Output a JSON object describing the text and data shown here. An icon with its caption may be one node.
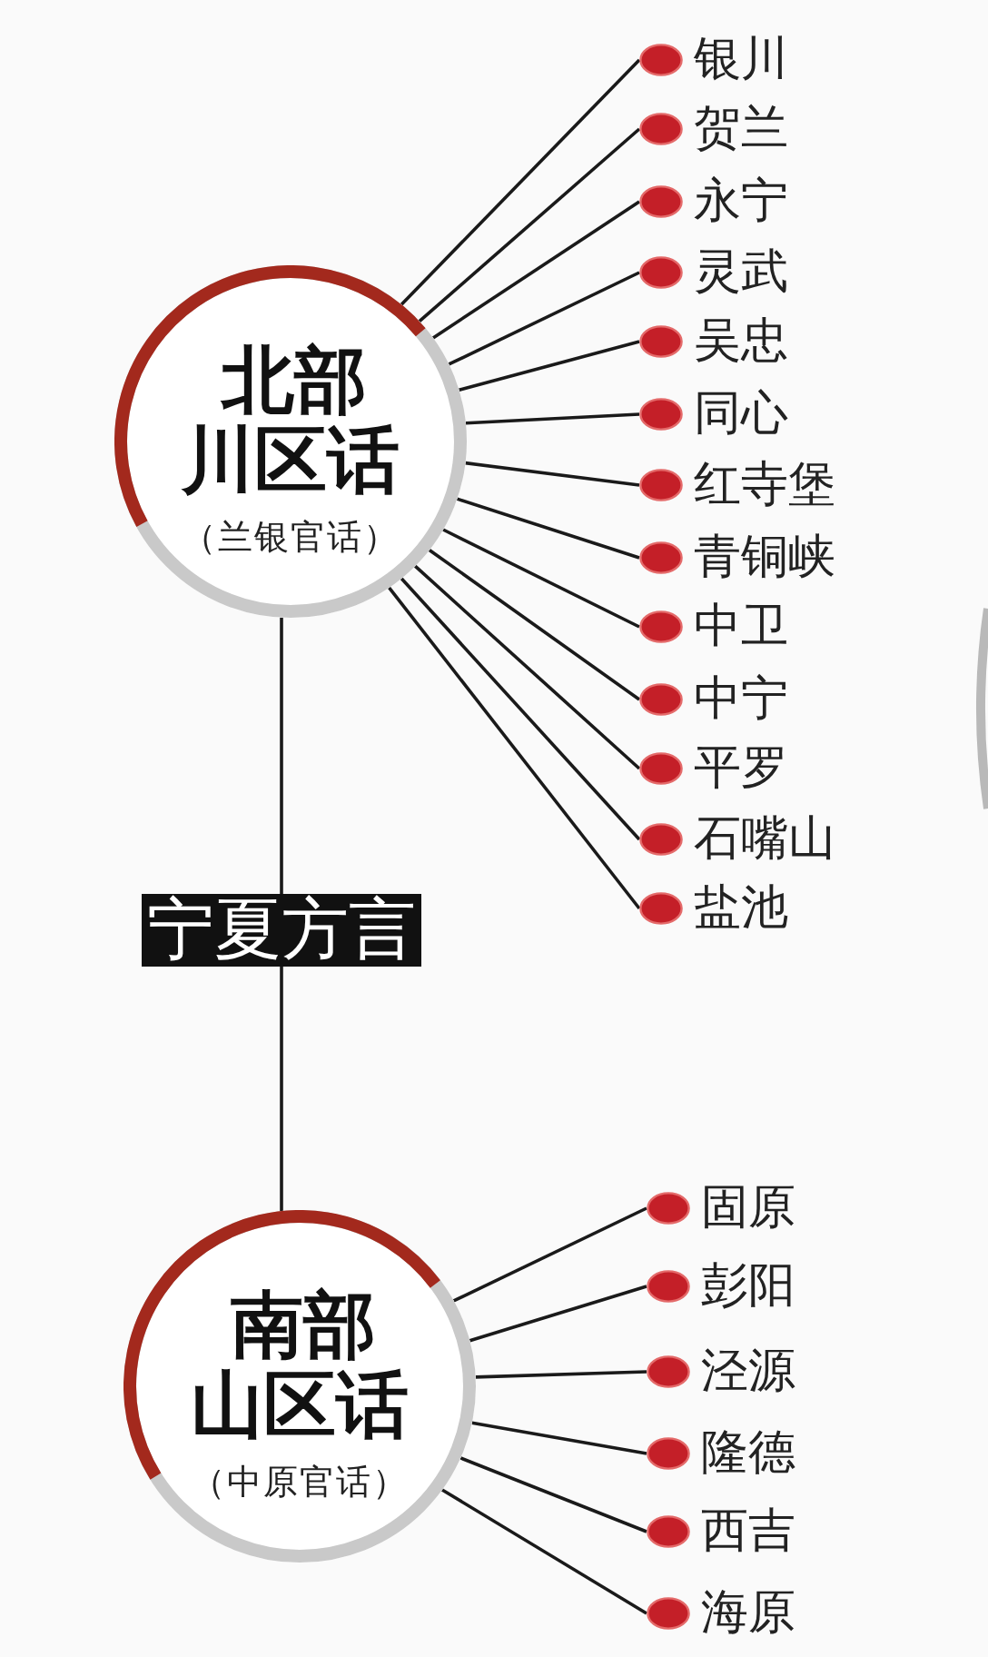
{
  "diagram": {
    "nodes": [
      {
        "text": [
          "北部川区话",
          "（兰银官话）"
        ]
      },
      {
        "text": [
          "银川"
        ]
      },
      {
        "text": [
          "贺兰"
        ]
      },
      {
        "text": [
          "永宁"
        ]
      },
      {
        "text": [
          "灵武"
        ]
      },
      {
        "text": [
          "吴忠"
        ]
      },
      {
        "text": [
          "同心"
        ]
      },
      {
        "text": [
          "红寺堡"
        ]
      },
      {
        "text": [
          "青铜峡"
        ]
      },
      {
        "text": [
          "中卫"
        ]
      },
      {
        "text": [
          "中宁"
        ]
      },
      {
        "text": [
          "平罗"
        ]
      },
      {
        "text": [
          "石嘴山"
        ]
      },
      {
        "text": [
          "盐池"
        ]
      },
      {
        "text": [
          "宁夏方言"
        ]
      },
      {
        "text": [
          "南部山区话",
          "（中原官话）"
        ]
      },
      {
        "text": [
          "固原"
        ]
      },
      {
        "text": [
          "彭阳"
        ]
      },
      {
        "text": [
          "泾源"
        ]
      },
      {
        "text": [
          "隆德"
        ]
      },
      {
        "text": [
          "西吉"
        ]
      },
      {
        "text": [
          "海原"
        ]
      }
    ],
    "edges": [
      {
        "from": 0,
        "to": 1,
        "arrow": "none"
      },
      {
        "from": 0,
        "to": 2,
        "arrow": "none"
      },
      {
        "from": 0,
        "to": 3,
        "arrow": "none"
      },
      {
        "from": 0,
        "to": 4,
        "arrow": "none"
      },
      {
        "from": 0,
        "to": 5,
        "arrow": "none"
      },
      {
        "from": 0,
        "to": 6,
        "arrow": "none"
      },
      {
        "from": 0,
        "to": 7,
        "arrow": "none"
      },
      {
        "from": 0,
        "to": 8,
        "arrow": "none"
      },
      {
        "from": 0,
        "to": 9,
        "arrow": "none"
      },
      {
        "from": 0,
        "to": 10,
        "arrow": "none"
      },
      {
        "from": 0,
        "to": 11,
        "arrow": "none"
      },
      {
        "from": 0,
        "to": 12,
        "arrow": "none"
      },
      {
        "from": 0,
        "to": 13,
        "arrow": "none"
      },
      {
        "from": 14,
        "to": 0,
        "arrow": "none"
      },
      {
        "from": 14,
        "to": 15,
        "arrow": "none"
      },
      {
        "from": 15,
        "to": 16,
        "arrow": "none"
      },
      {
        "from": 15,
        "to": 17,
        "arrow": "none"
      },
      {
        "from": 15,
        "to": 18,
        "arrow": "none"
      },
      {
        "from": 15,
        "to": 19,
        "arrow": "none"
      },
      {
        "from": 15,
        "to": 20,
        "arrow": "none"
      },
      {
        "from": 15,
        "to": 21,
        "arrow": "none"
      }
    ]
  }
}
